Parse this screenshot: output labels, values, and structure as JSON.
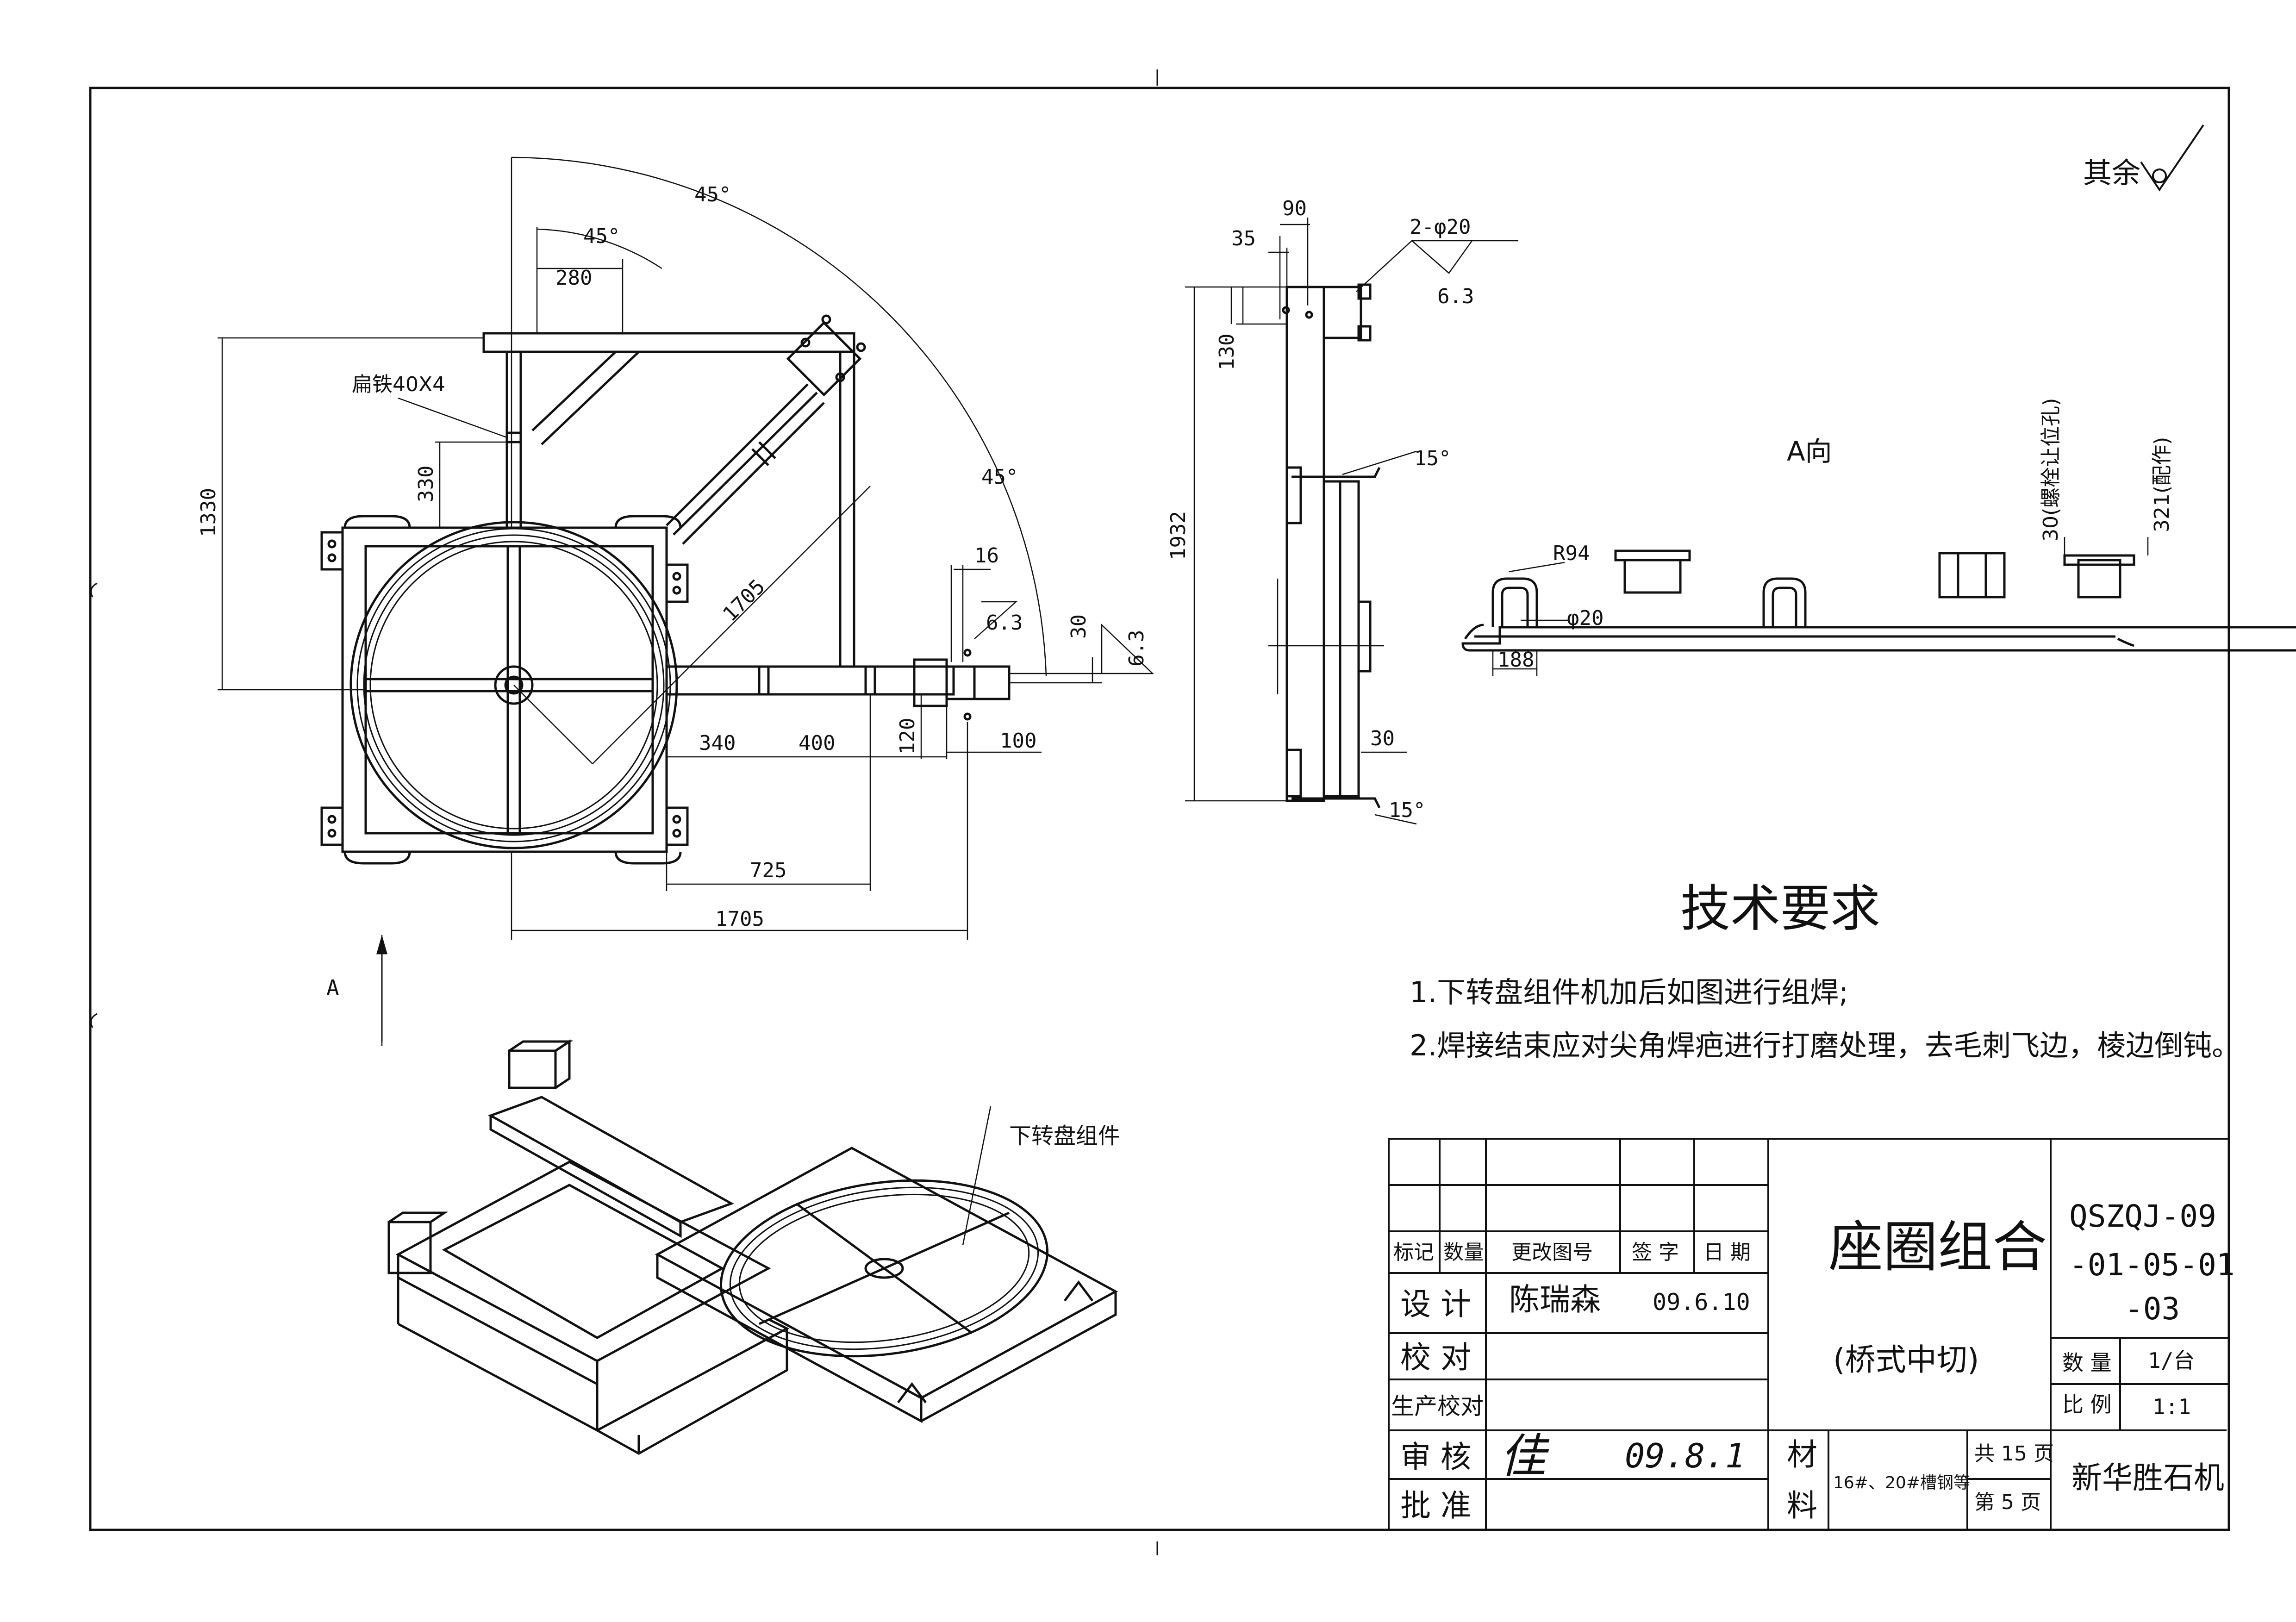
{
  "colors": {
    "ink": "#111111",
    "paper": "#ffffff"
  },
  "surface_mark": {
    "label": "其余"
  },
  "plan_view": {
    "dims": {
      "angle_outer": "45°",
      "angle_inner": "45°",
      "angle_right": "45°",
      "d280": "280",
      "d1330": "1330",
      "d330": "330",
      "d1705_diag": "1705",
      "d340": "340",
      "d400": "400",
      "d120": "120",
      "d100": "100",
      "d725": "725",
      "d1705_bottom": "1705",
      "d16": "16",
      "d30": "30"
    },
    "flat_iron_label": "扁铁40X4",
    "weld_small": "6.3",
    "weld_right": "6.3",
    "view_arrow": "A"
  },
  "side_view": {
    "dims": {
      "d90": "90",
      "d35": "35",
      "d130": "130",
      "d1932": "1932",
      "d30": "30",
      "angle_top": "15°",
      "angle_bottom": "15°"
    },
    "hole_callout": "2-φ20",
    "weld": "6.3"
  },
  "view_a": {
    "title": "A向",
    "r94": "R94",
    "phi20": "φ20",
    "d188": "188",
    "note_bolt": "30(螺栓让位孔)",
    "note_fit": "321(配作)"
  },
  "iso_view": {
    "callout": "下转盘组件"
  },
  "tech_requirements": {
    "title": "技术要求",
    "items": [
      "1.下转盘组件机加后如图进行组焊;",
      "2.焊接结束应对尖角焊疤进行打磨处理，去毛刺飞边，棱边倒钝。"
    ]
  },
  "title_block": {
    "headers": {
      "mark": "标记",
      "qty": "数量",
      "change_no": "更改图号",
      "sign": "签 字",
      "date": "日 期"
    },
    "rows": {
      "design": "设 计",
      "designer": "陈瑞森",
      "design_date": "09.6.10",
      "check": "校 对",
      "production_check": "生产校对",
      "review": "审 核",
      "review_sign": "佳",
      "review_date": "09.8.1",
      "approve": "批 准"
    },
    "drawing_name": "座圈组合",
    "drawing_subtitle": "(桥式中切)",
    "drawing_number": [
      "QSZQJ-09",
      "-01-05-01",
      "-03"
    ],
    "quantity_label": "数 量",
    "quantity_value": "1/台",
    "scale_label": "比 例",
    "scale_value": "1:1",
    "material_label": [
      "材",
      "料"
    ],
    "material_value": "16#、20#槽钢等",
    "total_pages": "共 15 页",
    "page_no": "第 5 页",
    "company": "新华胜石机"
  }
}
